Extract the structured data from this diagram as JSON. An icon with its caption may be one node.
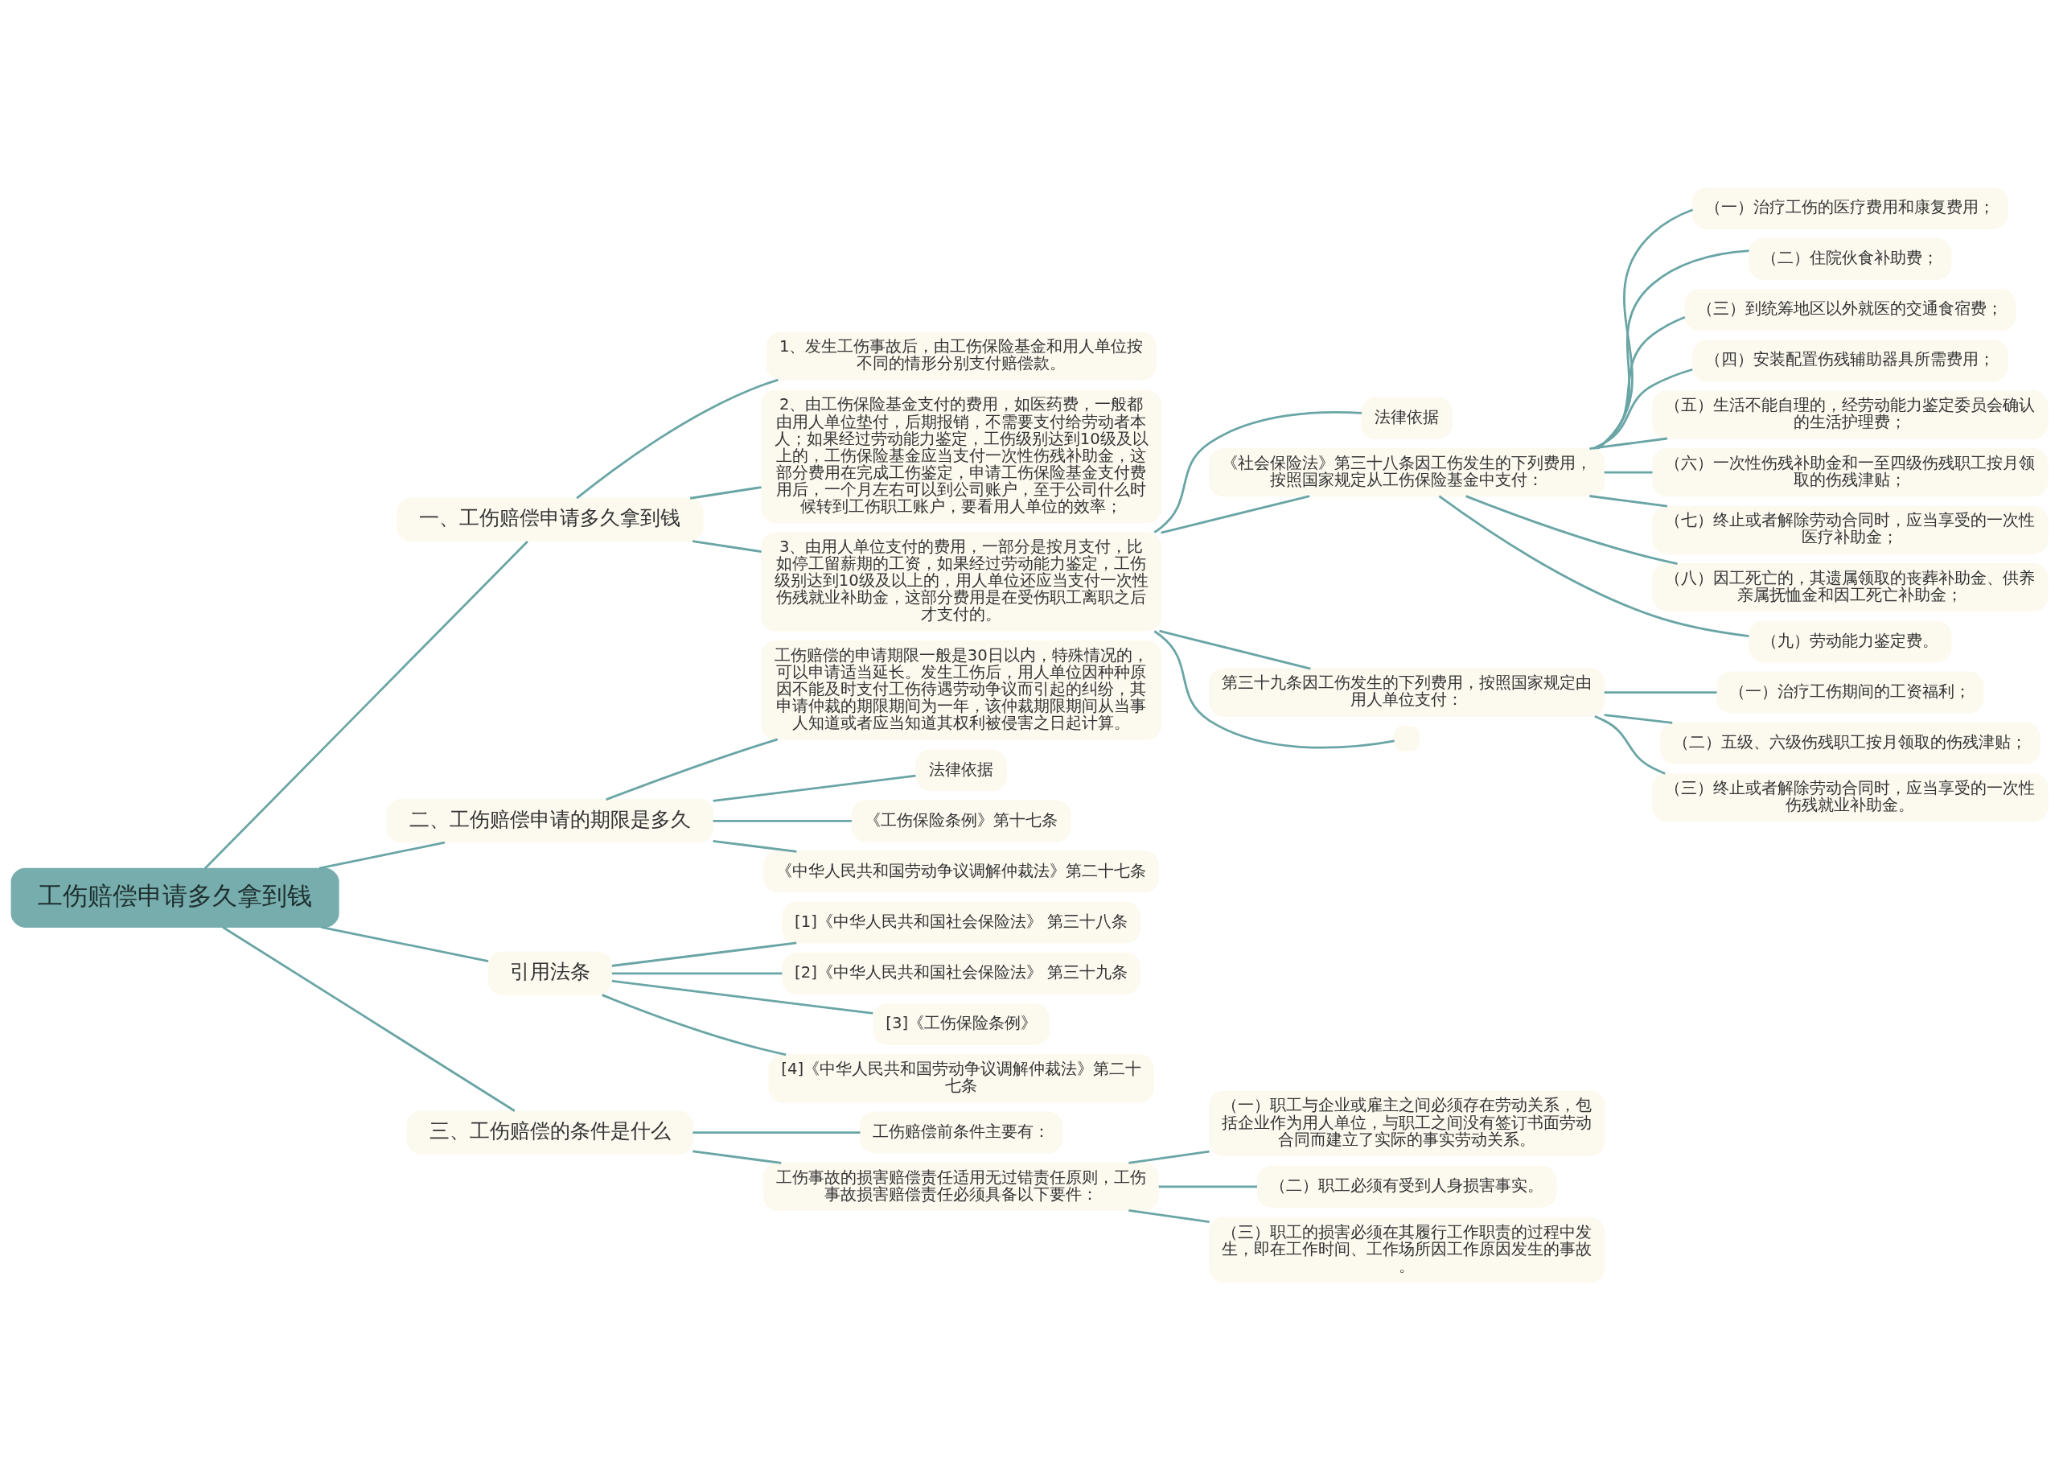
{
  "diagram": {
    "nodes": [
      {
        "text": [
          "工伤赔偿申请多久拿到钱"
        ]
      },
      {
        "text": [
          "一、工伤赔偿申请多久拿到钱"
        ]
      },
      {
        "text": [
          "1、发生工伤事故后，由工伤保险基金和用人单位按不同的情形分别支付赔偿款。"
        ]
      },
      {
        "text": [
          "2、由工伤保险基金支付的费用，如医药费，一般都由用人单位垫付，后期报销，不需要支付给劳动者本人；如果经过劳动能力鉴定，工伤级别达到10级及以上的，工伤保险基金应当支付一次性伤残补助金，这部分费用在完成工伤鉴定，申请工伤保险基金支付费用后，一个月左右可以到公司账户，至于公司什么时候转到工伤职工账户，要看用人单位的效率；"
        ]
      },
      {
        "text": [
          "3、由用人单位支付的费用，一部分是按月支付，比如停工留薪期的工资，如果经过劳动能力鉴定，工伤级别达到10级及以上的，用人单位还应当支付一次性伤残就业补助金，这部分费用是在受伤职工离职之后才支付的。"
        ]
      },
      {
        "text": [
          "法律依据"
        ]
      },
      {
        "text": [
          "《社会保险法》第三十八条因工伤发生的下列费用，按照国家规定从工伤保险基金中支付："
        ]
      },
      {
        "text": [
          "（一）治疗工伤的医疗费用和康复费用；"
        ]
      },
      {
        "text": [
          "（二）住院伙食补助费；"
        ]
      },
      {
        "text": [
          "（三）到统筹地区以外就医的交通食宿费；"
        ]
      },
      {
        "text": [
          "（四）安装配置伤残辅助器具所需费用；"
        ]
      },
      {
        "text": [
          "（五）生活不能自理的，经劳动能力鉴定委员会确认的生活护理费；"
        ]
      },
      {
        "text": [
          "（六）一次性伤残补助金和一至四级伤残职工按月领取的伤残津贴；"
        ]
      },
      {
        "text": [
          "（七）终止或者解除劳动合同时，应当享受的一次性医疗补助金；"
        ]
      },
      {
        "text": [
          "（八）因工死亡的，其遗属领取的丧葬补助金、供养亲属抚恤金和因工死亡补助金；"
        ]
      },
      {
        "text": [
          "（九）劳动能力鉴定费。"
        ]
      },
      {
        "text": [
          "第三十九条因工伤发生的下列费用，按照国家规定由用人单位支付："
        ]
      },
      {
        "text": [
          "（一）治疗工伤期间的工资福利；"
        ]
      },
      {
        "text": [
          "（二）五级、六级伤残职工按月领取的伤残津贴；"
        ]
      },
      {
        "text": [
          "（三）终止或者解除劳动合同时，应当享受的一次性伤残就业补助金。"
        ]
      },
      {
        "text": [],
        "shape": "box"
      },
      {
        "text": [
          "二、工伤赔偿申请的期限是多久"
        ]
      },
      {
        "text": [
          "工伤赔偿的申请期限一般是30日以内，特殊情况的，可以申请适当延长。发生工伤后，用人单位因种种原因不能及时支付工伤待遇劳动争议而引起的纠纷，其申请仲裁的期限期间为一年，该仲裁期限期间从当事人知道或者应当知道其权利被侵害之日起计算。"
        ]
      },
      {
        "text": [
          "法律依据"
        ]
      },
      {
        "text": [
          "《工伤保险条例》第十七条"
        ]
      },
      {
        "text": [
          "《中华人民共和国劳动争议调解仲裁法》第二十七条"
        ]
      },
      {
        "text": [
          "引用法条"
        ]
      },
      {
        "text": [
          "[1]《中华人民共和国社会保险法》 第三十八条"
        ]
      },
      {
        "text": [
          "[2]《中华人民共和国社会保险法》 第三十九条"
        ]
      },
      {
        "text": [
          "[3]《工伤保险条例》"
        ]
      },
      {
        "text": [
          "[4]《中华人民共和国劳动争议调解仲裁法》第二十七条"
        ]
      },
      {
        "text": [
          "三、工伤赔偿的条件是什么"
        ]
      },
      {
        "text": [
          "工伤赔偿前条件主要有："
        ]
      },
      {
        "text": [
          "工伤事故的损害赔偿责任适用无过错责任原则，工伤事故损害赔偿责任必须具备以下要件："
        ]
      },
      {
        "text": [
          "（一）职工与企业或雇主之间必须存在劳动关系，包括企业作为用人单位，与职工之间没有签订书面劳动合同而建立了实际的事实劳动关系。"
        ]
      },
      {
        "text": [
          "（二）职工必须有受到人身损害事实。"
        ]
      },
      {
        "text": [
          "（三）职工的损害必须在其履行工作职责的过程中发生，即在工作时间、工作场所因工作原因发生的事故。"
        ]
      }
    ],
    "edges": [
      {
        "from": 0,
        "to": 1,
        "arrow": "none"
      },
      {
        "from": 1,
        "to": 2,
        "arrow": "none"
      },
      {
        "from": 1,
        "to": 3,
        "arrow": "none"
      },
      {
        "from": 1,
        "to": 4,
        "arrow": "none"
      },
      {
        "from": 4,
        "to": 5,
        "arrow": "none"
      },
      {
        "from": 4,
        "to": 6,
        "arrow": "none"
      },
      {
        "from": 6,
        "to": 7,
        "arrow": "none"
      },
      {
        "from": 6,
        "to": 8,
        "arrow": "none"
      },
      {
        "from": 6,
        "to": 9,
        "arrow": "none"
      },
      {
        "from": 6,
        "to": 10,
        "arrow": "none"
      },
      {
        "from": 6,
        "to": 11,
        "arrow": "none"
      },
      {
        "from": 6,
        "to": 12,
        "arrow": "none"
      },
      {
        "from": 6,
        "to": 13,
        "arrow": "none"
      },
      {
        "from": 6,
        "to": 14,
        "arrow": "none"
      },
      {
        "from": 6,
        "to": 15,
        "arrow": "none"
      },
      {
        "from": 4,
        "to": 16,
        "arrow": "none"
      },
      {
        "from": 16,
        "to": 17,
        "arrow": "none"
      },
      {
        "from": 16,
        "to": 18,
        "arrow": "none"
      },
      {
        "from": 16,
        "to": 19,
        "arrow": "none"
      },
      {
        "from": 4,
        "to": 20,
        "arrow": "none"
      },
      {
        "from": 0,
        "to": 21,
        "arrow": "none"
      },
      {
        "from": 21,
        "to": 22,
        "arrow": "none"
      },
      {
        "from": 21,
        "to": 23,
        "arrow": "none"
      },
      {
        "from": 21,
        "to": 24,
        "arrow": "none"
      },
      {
        "from": 21,
        "to": 25,
        "arrow": "none"
      },
      {
        "from": 0,
        "to": 26,
        "arrow": "none"
      },
      {
        "from": 26,
        "to": 27,
        "arrow": "none"
      },
      {
        "from": 26,
        "to": 28,
        "arrow": "none"
      },
      {
        "from": 26,
        "to": 29,
        "arrow": "none"
      },
      {
        "from": 26,
        "to": 30,
        "arrow": "none"
      },
      {
        "from": 0,
        "to": 31,
        "arrow": "none"
      },
      {
        "from": 31,
        "to": 32,
        "arrow": "none"
      },
      {
        "from": 31,
        "to": 33,
        "arrow": "none"
      },
      {
        "from": 33,
        "to": 34,
        "arrow": "none"
      },
      {
        "from": 33,
        "to": 35,
        "arrow": "none"
      },
      {
        "from": 33,
        "to": 36,
        "arrow": "none"
      }
    ]
  }
}
